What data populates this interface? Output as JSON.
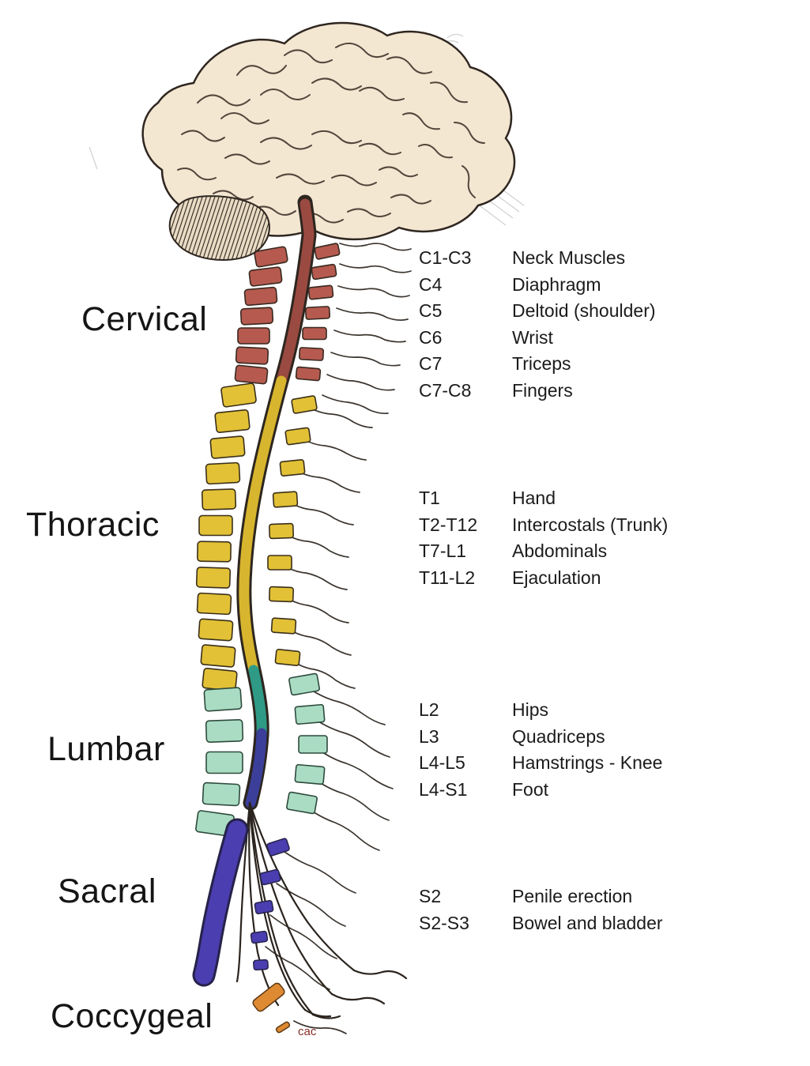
{
  "regions": {
    "cervical": {
      "label": "Cervical",
      "color": "#b65a50"
    },
    "thoracic": {
      "label": "Thoracic",
      "color": "#e2c136"
    },
    "lumbar": {
      "label": "Lumbar",
      "color": "#a9dcc3"
    },
    "sacral": {
      "label": "Sacral",
      "color": "#4a3eb0"
    },
    "coccygeal": {
      "label": "Coccygeal",
      "color": "#dd8a33"
    }
  },
  "cord_colors": {
    "cervical": "#9a4a41",
    "thoracic": "#d8b52e",
    "lumbar": "#2f9a85",
    "sacral": "#3c3f9a"
  },
  "function_map": {
    "cervical": [
      {
        "code": "C1-C3",
        "function": "Neck Muscles"
      },
      {
        "code": "C4",
        "function": "Diaphragm"
      },
      {
        "code": "C5",
        "function": "Deltoid (shoulder)"
      },
      {
        "code": "C6",
        "function": "Wrist"
      },
      {
        "code": "C7",
        "function": "Triceps"
      },
      {
        "code": "C7-C8",
        "function": "Fingers"
      }
    ],
    "thoracic": [
      {
        "code": "T1",
        "function": "Hand"
      },
      {
        "code": "T2-T12",
        "function": "Intercostals (Trunk)"
      },
      {
        "code": "T7-L1",
        "function": "Abdominals"
      },
      {
        "code": "T11-L2",
        "function": "Ejaculation"
      }
    ],
    "lumbar": [
      {
        "code": "L2",
        "function": "Hips"
      },
      {
        "code": "L3",
        "function": "Quadriceps"
      },
      {
        "code": "L4-L5",
        "function": "Hamstrings - Knee"
      },
      {
        "code": "L4-S1",
        "function": "Foot"
      }
    ],
    "sacral": [
      {
        "code": "S2",
        "function": "Penile erection"
      },
      {
        "code": "S2-S3",
        "function": "Bowel and bladder"
      }
    ]
  },
  "footnote": "cac"
}
